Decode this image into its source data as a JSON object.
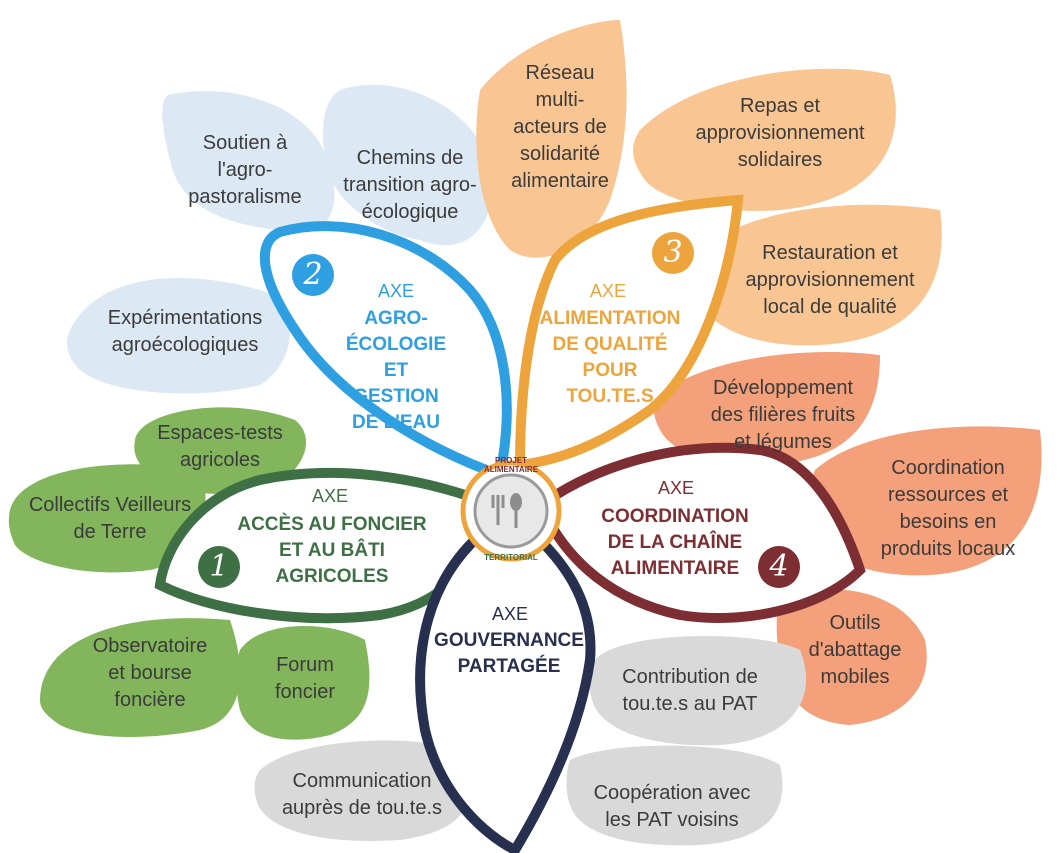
{
  "center_logo": {
    "top": "PROJET ALIMENTAIRE",
    "bottom": "TERRITORIAL"
  },
  "axes": [
    {
      "number": "1",
      "axe_label": "AXE",
      "title": "ACCÈS AU FONCIER\nET AU BÂTI\nAGRICOLES",
      "color": "#3e6f45"
    },
    {
      "number": "2",
      "axe_label": "AXE",
      "title": "AGRO-\nÉCOLOGIE ET\nGESTION\nDE L'EAU",
      "color": "#2e9fe0"
    },
    {
      "number": "3",
      "axe_label": "AXE",
      "title": "ALIMENTATION\nDE QUALITÉ\nPOUR\nTOU.TE.S",
      "color": "#eea43c"
    },
    {
      "number": "4",
      "axe_label": "AXE",
      "title": "COORDINATION\nDE LA CHAÎNE\nALIMENTAIRE",
      "color": "#7c2e32"
    },
    {
      "number": "",
      "axe_label": "AXE",
      "title": "GOUVERNANCE\nPARTAGÉE",
      "color": "#27304f"
    }
  ],
  "actions": {
    "a1_espaces": "Espaces-tests\nagricoles",
    "a1_collectifs": "Collectifs Veilleurs\nde Terre",
    "a1_observatoire": "Observatoire\net bourse\nfoncière",
    "a1_forum": "Forum\nfoncier",
    "a2_soutien": "Soutien à\nl'agro-\npastoralisme",
    "a2_chemins": "Chemins de\ntransition agro-\nécologique",
    "a2_experimentations": "Expérimentations\nagroécologiques",
    "a3_reseau": "Réseau\nmulti-\nacteurs de\nsolidarité\nalimentaire",
    "a3_repas": "Repas et\napprovisionnement\nsolidaires",
    "a3_restauration": "Restauration et\napprovisionnement\nlocal de qualité",
    "a4_developpement": "Développement\ndes filières fruits\net légumes",
    "a4_coordination": "Coordination\nressources et\nbesoins en\nproduits locaux",
    "a4_outils": "Outils\nd'abattage\nmobiles",
    "a5_contribution": "Contribution de\ntou.te.s au PAT",
    "a5_communication": "Communication\nauprès de tou.te.s",
    "a5_cooperation": "Coopération avec\nles PAT voisins"
  }
}
